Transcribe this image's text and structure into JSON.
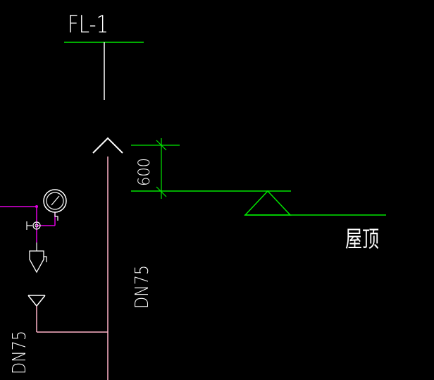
{
  "drawing": {
    "background": "#000000",
    "colors": {
      "pipe": "#ffb3c8",
      "annotation": "#00e600",
      "magenta": "#e000e0",
      "white": "#ffffff"
    },
    "labels": {
      "riser_id": "FL-1",
      "dimension": "600",
      "roof": "屋顶",
      "pipe_main": "DN75",
      "pipe_branch": "DN75"
    },
    "icons": {
      "vent_cap": "vent-cap-icon",
      "elevation_marker": "elevation-triangle-icon",
      "pressure_gauge": "pressure-gauge-icon",
      "valve": "valve-icon",
      "funnel": "funnel-icon",
      "drain_cap": "drain-cap-icon"
    }
  }
}
